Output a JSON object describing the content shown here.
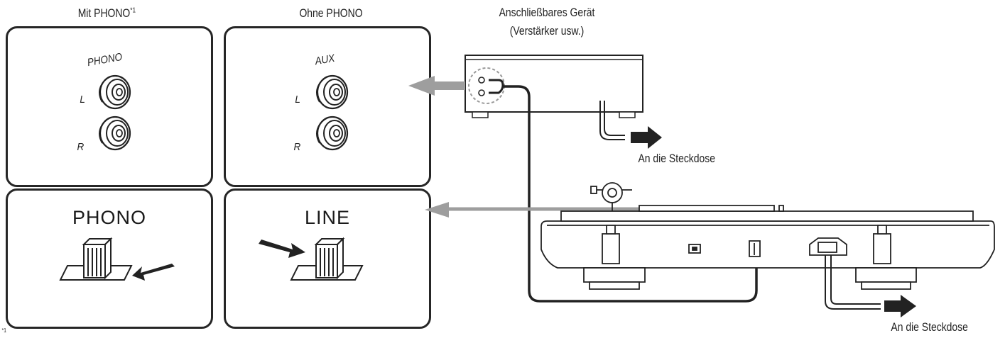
{
  "captions": {
    "with_phono": "Mit PHONO",
    "with_phono_note": "*1",
    "without_phono": "Ohne PHONO",
    "device_line1": "Anschließbares Gerät",
    "device_line2": "(Verstärker usw.)",
    "outlet_top": "An die Steckdose",
    "outlet_bottom": "An die Steckdose",
    "footnote_mark": "*1"
  },
  "panels": {
    "phono_jacks": {
      "group": "PHONO",
      "left": "L",
      "right": "R"
    },
    "aux_jacks": {
      "group": "AUX",
      "left": "L",
      "right": "R"
    },
    "switch_phono": {
      "label": "PHONO"
    },
    "switch_line": {
      "label": "LINE"
    }
  }
}
